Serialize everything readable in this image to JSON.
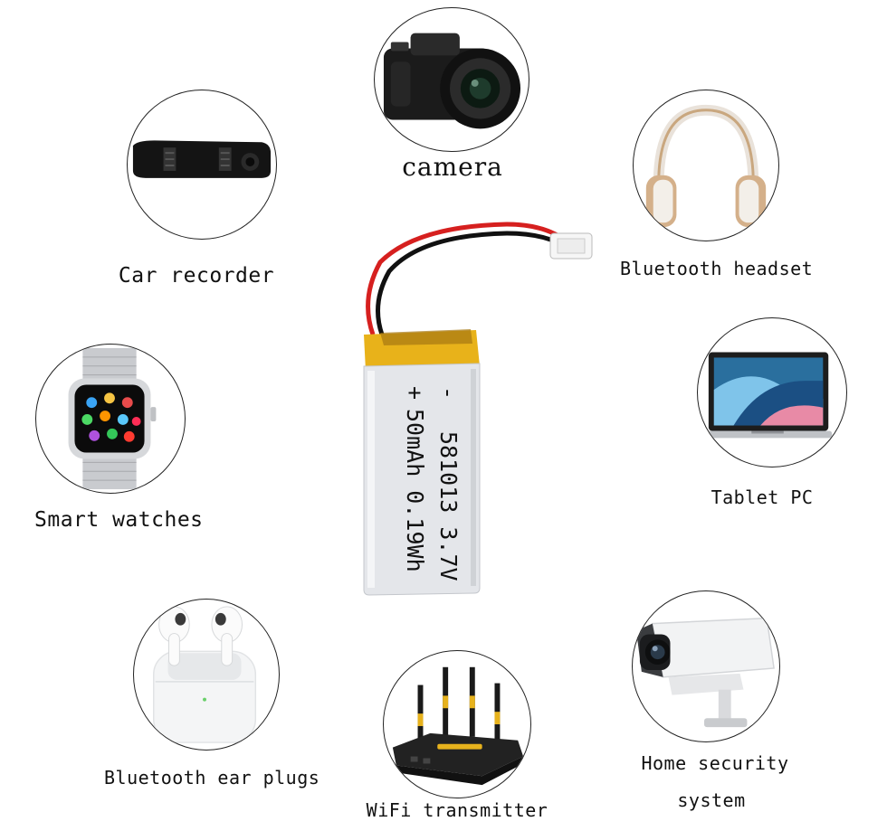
{
  "applications": {
    "camera": "camera",
    "car_recorder": "Car recorder",
    "bluetooth_headset": "Bluetooth headset",
    "smart_watches": "Smart watches",
    "tablet_pc": "Tablet PC",
    "bluetooth_ear_plugs": "Bluetooth ear plugs",
    "wifi_transmitter": "WiFi transmitter",
    "home_security_line1": "Home security",
    "home_security_line2": "system"
  },
  "battery": {
    "polarity_minus": "-",
    "polarity_plus": "+",
    "model_line": "581013 3.7V",
    "capacity_line": "50mAh 0.19Wh"
  },
  "colors": {
    "wire_red": "#d6201f",
    "wire_black": "#111111",
    "tape_yellow": "#e8b21a",
    "cell_silver": "#e4e6ea"
  }
}
